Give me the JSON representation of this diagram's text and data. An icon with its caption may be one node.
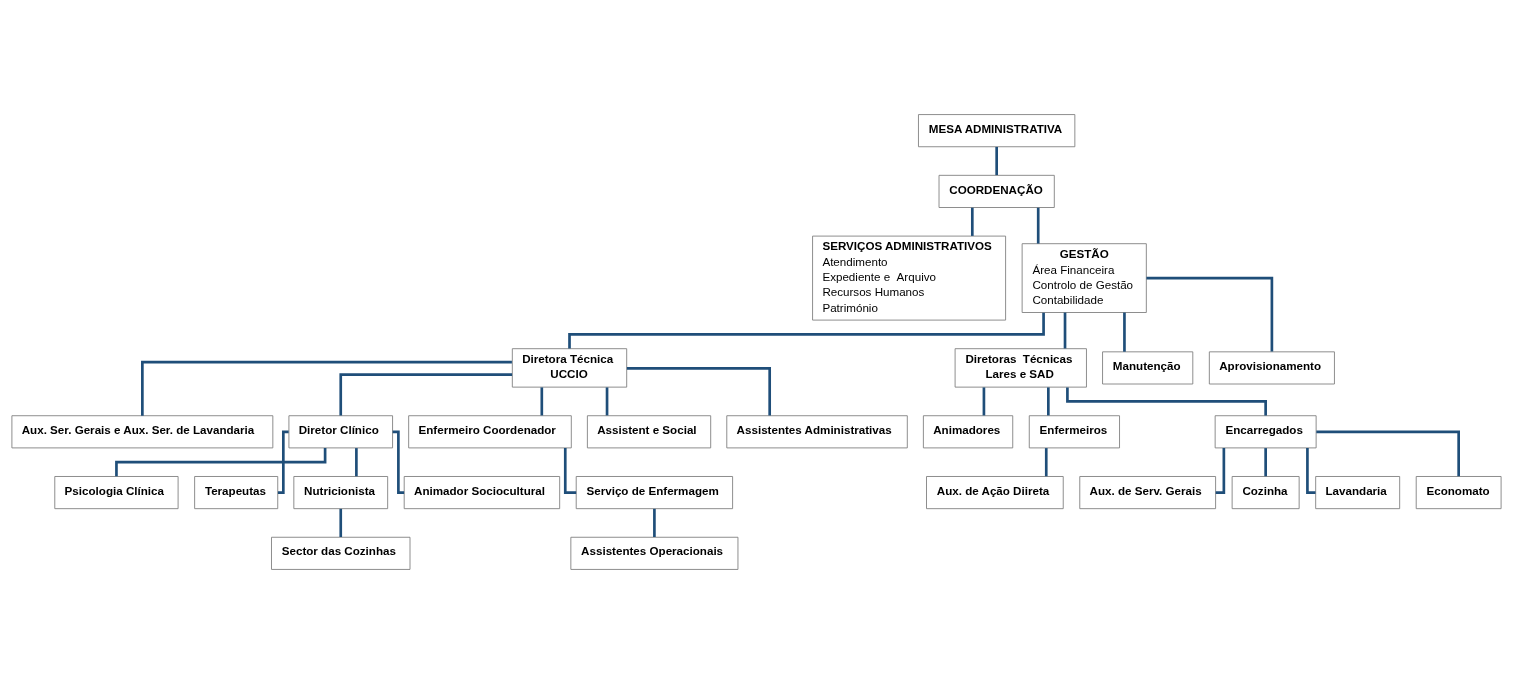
{
  "diagram": {
    "nodes": [
      {
        "text": [
          "MESA ADMINISTRATIVA"
        ]
      },
      {
        "text": [
          "COORDENAÇÃO"
        ]
      },
      {
        "text": [
          "SERVIÇOS ADMINISTRATIVOS",
          "Atendimento",
          "Expediente e  Arquivo",
          "Recursos Humanos",
          "Património"
        ]
      },
      {
        "text": [
          "GESTÃO",
          "Área Financeira",
          "Controlo de Gestão",
          "Contabilidade"
        ]
      },
      {
        "text": [
          "Diretora Técnica",
          "UCCIO"
        ]
      },
      {
        "text": [
          "Diretoras  Técnicas",
          "Lares e SAD"
        ]
      },
      {
        "text": [
          "Manutenção"
        ]
      },
      {
        "text": [
          "Aprovisionamento"
        ]
      },
      {
        "text": [
          "Aux. Ser. Gerais e Aux. Ser. de Lavandaria"
        ]
      },
      {
        "text": [
          "Diretor Clínico"
        ]
      },
      {
        "text": [
          "Enfermeiro Coordenador"
        ]
      },
      {
        "text": [
          "Assistent e Social"
        ]
      },
      {
        "text": [
          "Assistentes Administrativas"
        ]
      },
      {
        "text": [
          "Psicologia Clínica"
        ]
      },
      {
        "text": [
          "Terapeutas"
        ]
      },
      {
        "text": [
          "Nutricionista"
        ]
      },
      {
        "text": [
          "Animador Sociocultural"
        ]
      },
      {
        "text": [
          "Sector das Cozinhas"
        ]
      },
      {
        "text": [
          "Serviço de Enfermagem"
        ]
      },
      {
        "text": [
          "Assistentes Operacionais"
        ]
      },
      {
        "text": [
          "Animadores"
        ]
      },
      {
        "text": [
          "Enfermeiros"
        ]
      },
      {
        "text": [
          "Encarregados"
        ]
      },
      {
        "text": [
          "Aux. de Ação Diireta"
        ]
      },
      {
        "text": [
          "Aux. de Serv. Gerais"
        ]
      },
      {
        "text": [
          "Cozinha"
        ]
      },
      {
        "text": [
          "Lavandaria"
        ]
      },
      {
        "text": [
          "Economato"
        ]
      }
    ],
    "edges": [
      {
        "from": 0,
        "to": 1,
        "arrow": "none"
      },
      {
        "from": 1,
        "to": 2,
        "arrow": "none"
      },
      {
        "from": 1,
        "to": 3,
        "arrow": "none"
      },
      {
        "from": 3,
        "to": 4,
        "arrow": "none"
      },
      {
        "from": 3,
        "to": 5,
        "arrow": "none"
      },
      {
        "from": 3,
        "to": 6,
        "arrow": "none"
      },
      {
        "from": 3,
        "to": 7,
        "arrow": "none"
      },
      {
        "from": 4,
        "to": 8,
        "arrow": "none"
      },
      {
        "from": 4,
        "to": 9,
        "arrow": "none"
      },
      {
        "from": 4,
        "to": 10,
        "arrow": "none"
      },
      {
        "from": 4,
        "to": 11,
        "arrow": "none"
      },
      {
        "from": 4,
        "to": 12,
        "arrow": "none"
      },
      {
        "from": 9,
        "to": 13,
        "arrow": "none"
      },
      {
        "from": 9,
        "to": 14,
        "arrow": "none"
      },
      {
        "from": 9,
        "to": 15,
        "arrow": "none"
      },
      {
        "from": 9,
        "to": 16,
        "arrow": "none"
      },
      {
        "from": 15,
        "to": 17,
        "arrow": "none"
      },
      {
        "from": 10,
        "to": 18,
        "arrow": "none"
      },
      {
        "from": 18,
        "to": 19,
        "arrow": "none"
      },
      {
        "from": 5,
        "to": 20,
        "arrow": "none"
      },
      {
        "from": 5,
        "to": 21,
        "arrow": "none"
      },
      {
        "from": 5,
        "to": 22,
        "arrow": "none"
      },
      {
        "from": 21,
        "to": 23,
        "arrow": "none"
      },
      {
        "from": 22,
        "to": 24,
        "arrow": "none"
      },
      {
        "from": 22,
        "to": 25,
        "arrow": "none"
      },
      {
        "from": 22,
        "to": 26,
        "arrow": "none"
      },
      {
        "from": 22,
        "to": 27,
        "arrow": "none"
      }
    ]
  }
}
